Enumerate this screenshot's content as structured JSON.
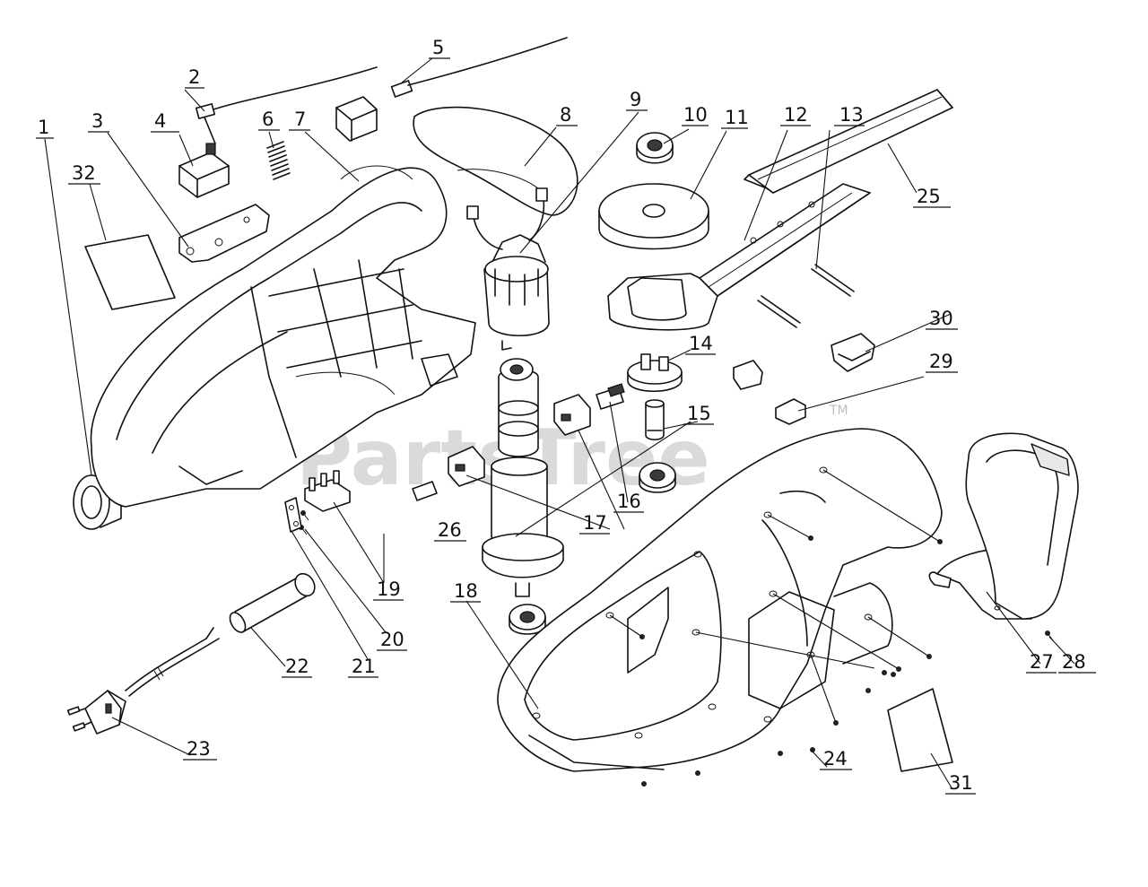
{
  "watermark": {
    "text": "PartsTree",
    "trademark": "TM"
  },
  "callouts": [
    {
      "id": "c1",
      "label": "1"
    },
    {
      "id": "c2",
      "label": "2"
    },
    {
      "id": "c3",
      "label": "3"
    },
    {
      "id": "c4",
      "label": "4"
    },
    {
      "id": "c5",
      "label": "5"
    },
    {
      "id": "c6",
      "label": "6"
    },
    {
      "id": "c7",
      "label": "7"
    },
    {
      "id": "c8",
      "label": "8"
    },
    {
      "id": "c9",
      "label": "9"
    },
    {
      "id": "c10",
      "label": "10"
    },
    {
      "id": "c11",
      "label": "11"
    },
    {
      "id": "c12",
      "label": "12"
    },
    {
      "id": "c13",
      "label": "13"
    },
    {
      "id": "c14",
      "label": "14"
    },
    {
      "id": "c15",
      "label": "15"
    },
    {
      "id": "c16",
      "label": "16"
    },
    {
      "id": "c17",
      "label": "17"
    },
    {
      "id": "c18",
      "label": "18"
    },
    {
      "id": "c19",
      "label": "19"
    },
    {
      "id": "c20",
      "label": "20"
    },
    {
      "id": "c21",
      "label": "21"
    },
    {
      "id": "c22",
      "label": "22"
    },
    {
      "id": "c23",
      "label": "23"
    },
    {
      "id": "c24",
      "label": "24"
    },
    {
      "id": "c25",
      "label": "25"
    },
    {
      "id": "c26",
      "label": "26"
    },
    {
      "id": "c27",
      "label": "27"
    },
    {
      "id": "c28",
      "label": "28"
    },
    {
      "id": "c29",
      "label": "29"
    },
    {
      "id": "c30",
      "label": "30"
    },
    {
      "id": "c31",
      "label": "31"
    },
    {
      "id": "c32",
      "label": "32"
    }
  ]
}
